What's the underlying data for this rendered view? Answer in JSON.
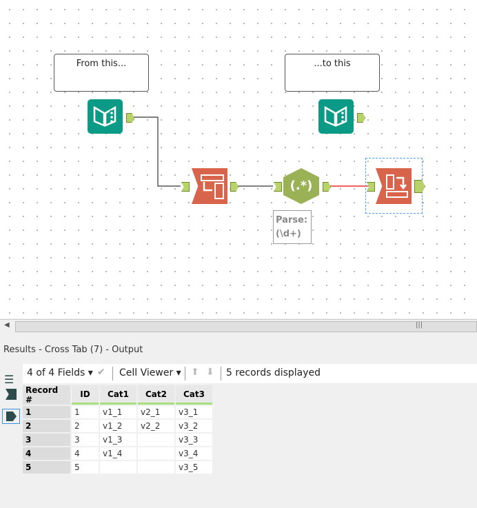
{
  "canvas": {
    "comments": [
      {
        "text": "From this..."
      },
      {
        "text": "...to this"
      }
    ],
    "tooltip": {
      "line1": "Parse:",
      "line2": "(\\d+)"
    },
    "regex_label": "(.*)"
  },
  "results": {
    "title": "Results - Cross Tab (7) - Output",
    "fields": "4 of 4 Fields",
    "viewer": "Cell Viewer",
    "status": "5 records displayed"
  },
  "table": {
    "headers": [
      "Record #",
      "ID",
      "Cat1",
      "Cat2",
      "Cat3"
    ],
    "rows": [
      [
        "1",
        "1",
        "v1_1",
        "v2_1",
        "v3_1"
      ],
      [
        "2",
        "2",
        "v1_2",
        "v2_2",
        "v3_2"
      ],
      [
        "3",
        "3",
        "v1_3",
        "",
        "v3_3"
      ],
      [
        "4",
        "4",
        "v1_4",
        "",
        "v3_4"
      ],
      [
        "5",
        "5",
        "",
        "",
        "v3_5"
      ]
    ]
  },
  "colors": {
    "input_tool": "#0a9a86",
    "transform_tool": "#d8644b",
    "parse_tool": "#9ab155",
    "anchor": "#b7d36a"
  }
}
